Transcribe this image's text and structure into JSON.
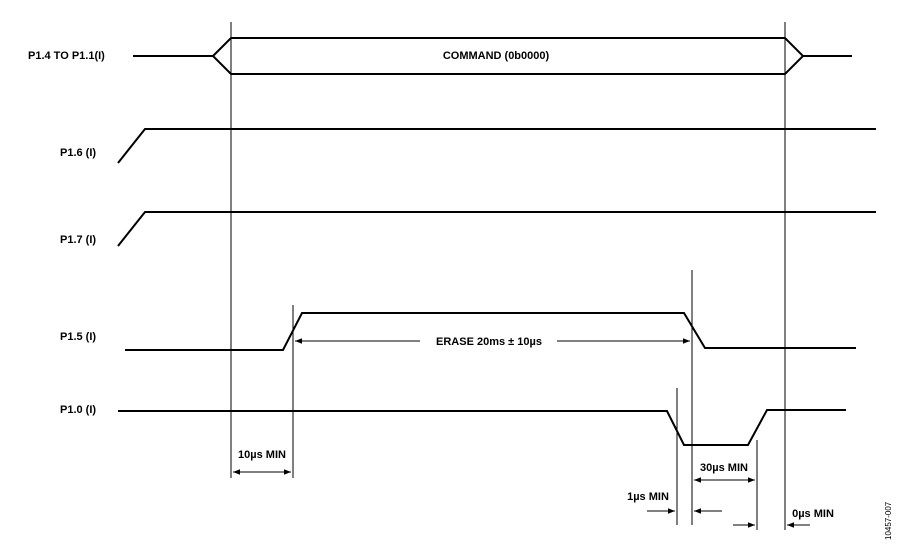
{
  "signals": {
    "p14_p11": "P1.4 TO P1.1(I)",
    "p16": "P1.6 (I)",
    "p17": "P1.7 (I)",
    "p15": "P1.5 (I)",
    "p10": "P1.0 (I)"
  },
  "bus_label": "COMMAND (0b0000)",
  "timing": {
    "erase": "ERASE 20ms ± 10µs",
    "t_10us": "10µs MIN",
    "t_30us": "30µs MIN",
    "t_1us": "1µs MIN",
    "t_0us": "0µs MIN"
  },
  "figure_id": "10457-007"
}
